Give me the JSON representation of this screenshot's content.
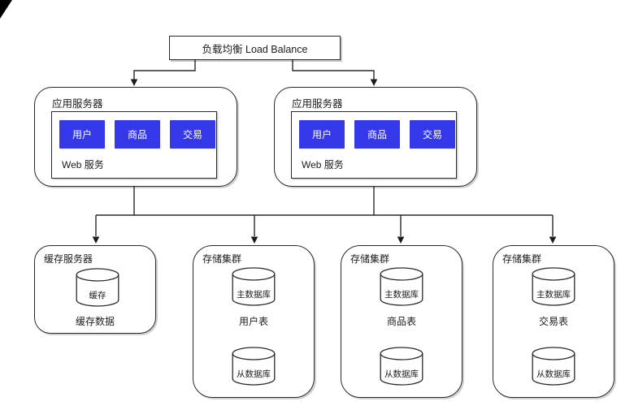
{
  "colors": {
    "background": "#ffffff",
    "stroke": "#2a2a2a",
    "module_blue": "#3538e8",
    "module_text": "#ffffff"
  },
  "load_balancer": {
    "label": "负载均衡 Load Balance"
  },
  "app_servers": [
    {
      "title": "应用服务器",
      "modules": [
        "用户",
        "商品",
        "交易"
      ],
      "platform": "Web 服务"
    },
    {
      "title": "应用服务器",
      "modules": [
        "用户",
        "商品",
        "交易"
      ],
      "platform": "Web 服务"
    }
  ],
  "cache_server": {
    "title": "缓存服务器",
    "cylinder": "缓存",
    "caption": "缓存数据"
  },
  "storage_clusters": [
    {
      "title": "存储集群",
      "primary": "主数据库",
      "table": "用户表",
      "replica": "从数据库"
    },
    {
      "title": "存储集群",
      "primary": "主数据库",
      "table": "商品表",
      "replica": "从数据库"
    },
    {
      "title": "存储集群",
      "primary": "主数据库",
      "table": "交易表",
      "replica": "从数据库"
    }
  ]
}
